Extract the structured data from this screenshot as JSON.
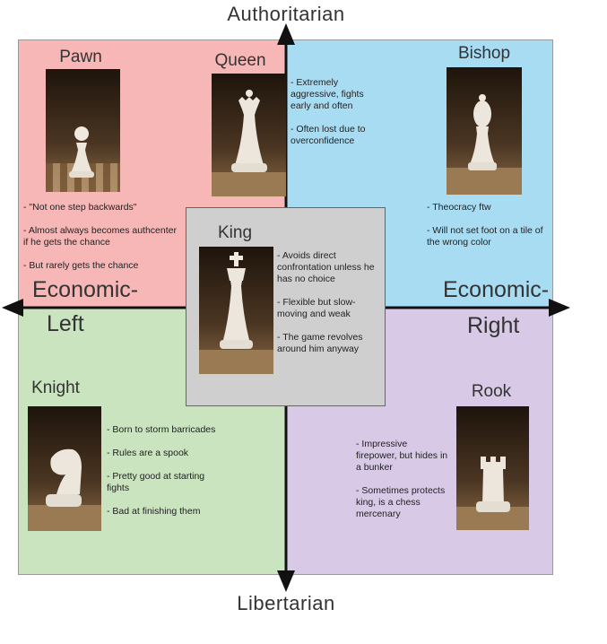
{
  "axes": {
    "top": "Authoritarian",
    "bottom": "Libertarian",
    "left_line1": "Economic-",
    "left_line2": "Left",
    "right_line1": "Economic-",
    "right_line2": "Right"
  },
  "colors": {
    "auth_left": "#f7b7b7",
    "auth_right": "#a8dcf3",
    "lib_left": "#c9e4bf",
    "lib_right": "#d8c9e6",
    "center": "#cfcfcf"
  },
  "pieces": {
    "pawn": {
      "title": "Pawn",
      "icon": "chess-pawn-icon",
      "notes": [
        "- \"Not one step backwards\"",
        "- Almost always becomes authcenter if he gets the chance",
        "- But rarely gets the chance"
      ]
    },
    "queen": {
      "title": "Queen",
      "icon": "chess-queen-icon",
      "notes": [
        "- Extremely aggressive, fights early and often",
        "- Often lost due to overconfidence"
      ]
    },
    "bishop": {
      "title": "Bishop",
      "icon": "chess-bishop-icon",
      "notes": [
        "- Theocracy ftw",
        "- Will not set foot on a tile of the wrong color"
      ]
    },
    "king": {
      "title": "King",
      "icon": "chess-king-icon",
      "notes": [
        "- Avoids direct confrontation unless he has no choice",
        "- Flexible but slow-moving and weak",
        "- The game revolves around him anyway"
      ]
    },
    "knight": {
      "title": "Knight",
      "icon": "chess-knight-icon",
      "notes": [
        "- Born to storm barricades",
        "- Rules are a spook",
        "- Pretty good at starting fights",
        "- Bad at finishing them"
      ]
    },
    "rook": {
      "title": "Rook",
      "icon": "chess-rook-icon",
      "notes": [
        "- Impressive firepower, but hides in a bunker",
        "- Sometimes protects king, is a chess mercenary"
      ]
    }
  }
}
